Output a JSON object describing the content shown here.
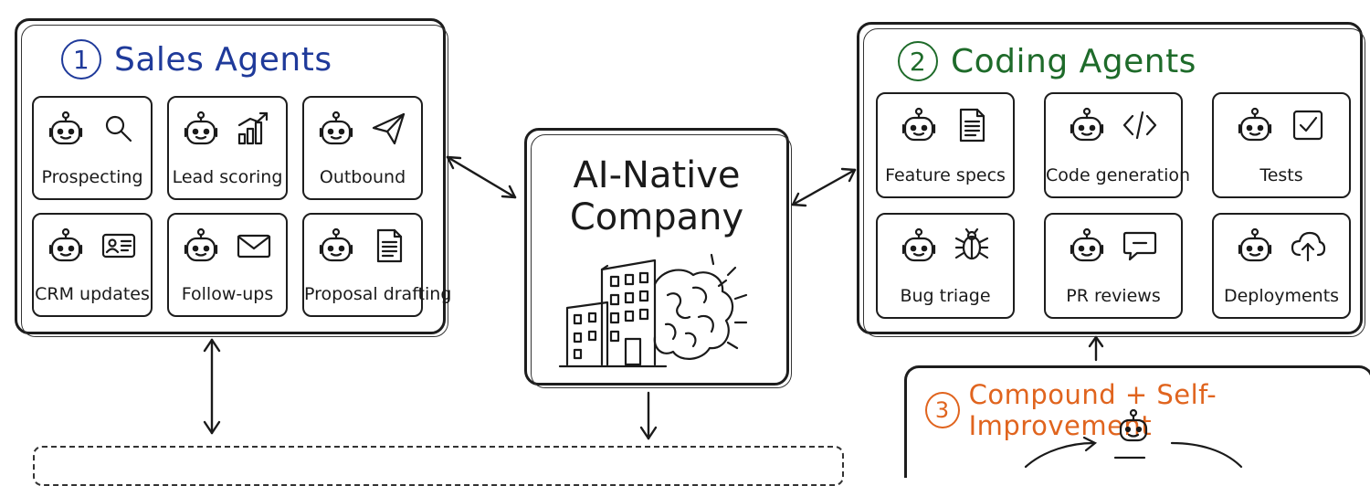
{
  "sales": {
    "number": "1",
    "title": "Sales Agents",
    "color": "#1f3a9a",
    "cards": [
      {
        "label": "Prospecting",
        "icon": "magnifier-icon"
      },
      {
        "label": "Lead scoring",
        "icon": "bar-chart-icon"
      },
      {
        "label": "Outbound",
        "icon": "paper-plane-icon"
      },
      {
        "label": "CRM updates",
        "icon": "contact-card-icon"
      },
      {
        "label": "Follow-ups",
        "icon": "envelope-icon"
      },
      {
        "label": "Proposal drafting",
        "icon": "document-icon"
      }
    ]
  },
  "coding": {
    "number": "2",
    "title": "Coding Agents",
    "color": "#1e6b2a",
    "cards": [
      {
        "label": "Feature specs",
        "icon": "document-icon"
      },
      {
        "label": "Code generation",
        "icon": "code-brackets-icon"
      },
      {
        "label": "Tests",
        "icon": "checkbox-icon"
      },
      {
        "label": "Bug triage",
        "icon": "bug-icon"
      },
      {
        "label": "PR reviews",
        "icon": "chat-bubble-icon"
      },
      {
        "label": "Deployments",
        "icon": "cloud-upload-icon"
      }
    ]
  },
  "center": {
    "title_line1": "AI-Native",
    "title_line2": "Company",
    "icon": "building-brain-icon"
  },
  "compound": {
    "number": "3",
    "title": "Compound + Self-Improvement",
    "color": "#e0641e"
  }
}
